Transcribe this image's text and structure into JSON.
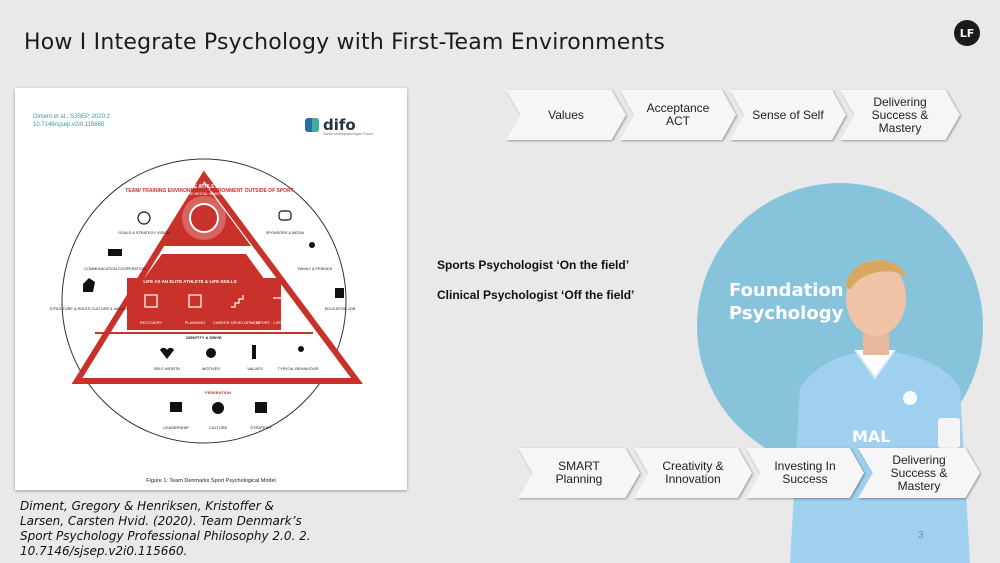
{
  "slide": {
    "title": "How I Integrate Psychology with First-Team Environments",
    "logo_text": "LF",
    "page_number": "3"
  },
  "figure": {
    "citation_top": [
      "Diment et al., SJSEP, 2020:2",
      "10.7146/sjsep.v2i0.115660"
    ],
    "brand_name": "difo",
    "brand_sub": "Dansk Idrætspsykologisk Forum",
    "caption": "Figure 1: Team Denmarks Sport Psychological Model",
    "pyramid": {
      "apex": {
        "title": "THE ATHLETE",
        "sub": "THE MENTAL WHEEL"
      },
      "left_label": "TEAM/ TRAINING ENVIRONMENT",
      "right_label": "ENVIRONMENT OUTSIDE OF SPORT",
      "band_title": "LIFE AS AN ELITE ATHLETE & LIFE-SKILLS",
      "band_items": [
        "RECOVERY",
        "PLANNING",
        "CAREER DEVELOPMENT",
        "SPORT - LIFE BALANCE"
      ],
      "base_title": "IDENTITY & DRIVE",
      "base_items": [
        "SELF-WORTH",
        "MOTIVES",
        "VALUES",
        "TYPICAL BEHAVIOUR"
      ],
      "left_items": [
        "GOALS & STRATEGY VISION",
        "COMMUNICATION COOPERATION",
        "STRUCTURE & ROLES CULTURE & VALUES"
      ],
      "right_items": [
        "SPONSORS & MEDIA",
        "FAMILY & FRIENDS",
        "EDUCATION JOB"
      ],
      "federation_title": "FEDERATION",
      "federation_items": [
        "LEADERSHIP",
        "CULTURE",
        "STRATEGY"
      ]
    }
  },
  "citation": "Diment, Gregory & Henriksen, Kristoffer & Larsen, Carsten Hvid. (2020). Team Denmark’s Sport Psychology Professional Philosophy 2.0. 2. 10.7146/sjsep.v2i0.115660.",
  "top_chevrons": [
    {
      "label": "Values"
    },
    {
      "label": "Acceptance ACT"
    },
    {
      "label": "Sense of Self"
    },
    {
      "label": "Delivering Success & Mastery"
    }
  ],
  "bottom_chevrons": [
    {
      "label": "SMART Planning"
    },
    {
      "label": "Creativity & Innovation"
    },
    {
      "label": "Investing In Success"
    },
    {
      "label": "Delivering Success & Mastery"
    }
  ],
  "roles": {
    "on_field": "Sports Psychologist ‘On the field’",
    "off_field": "Clinical Psychologist ‘Off the field’"
  },
  "foundation": {
    "line1": "Foundation",
    "line2": "Psychology"
  },
  "player": {
    "shirt_text": "MAL"
  },
  "colors": {
    "background": "#e9e9e9",
    "pyramid_red": "#c8322a",
    "circle_blue": "#87c4dc",
    "chevron_fill": "#f6f6f6"
  }
}
